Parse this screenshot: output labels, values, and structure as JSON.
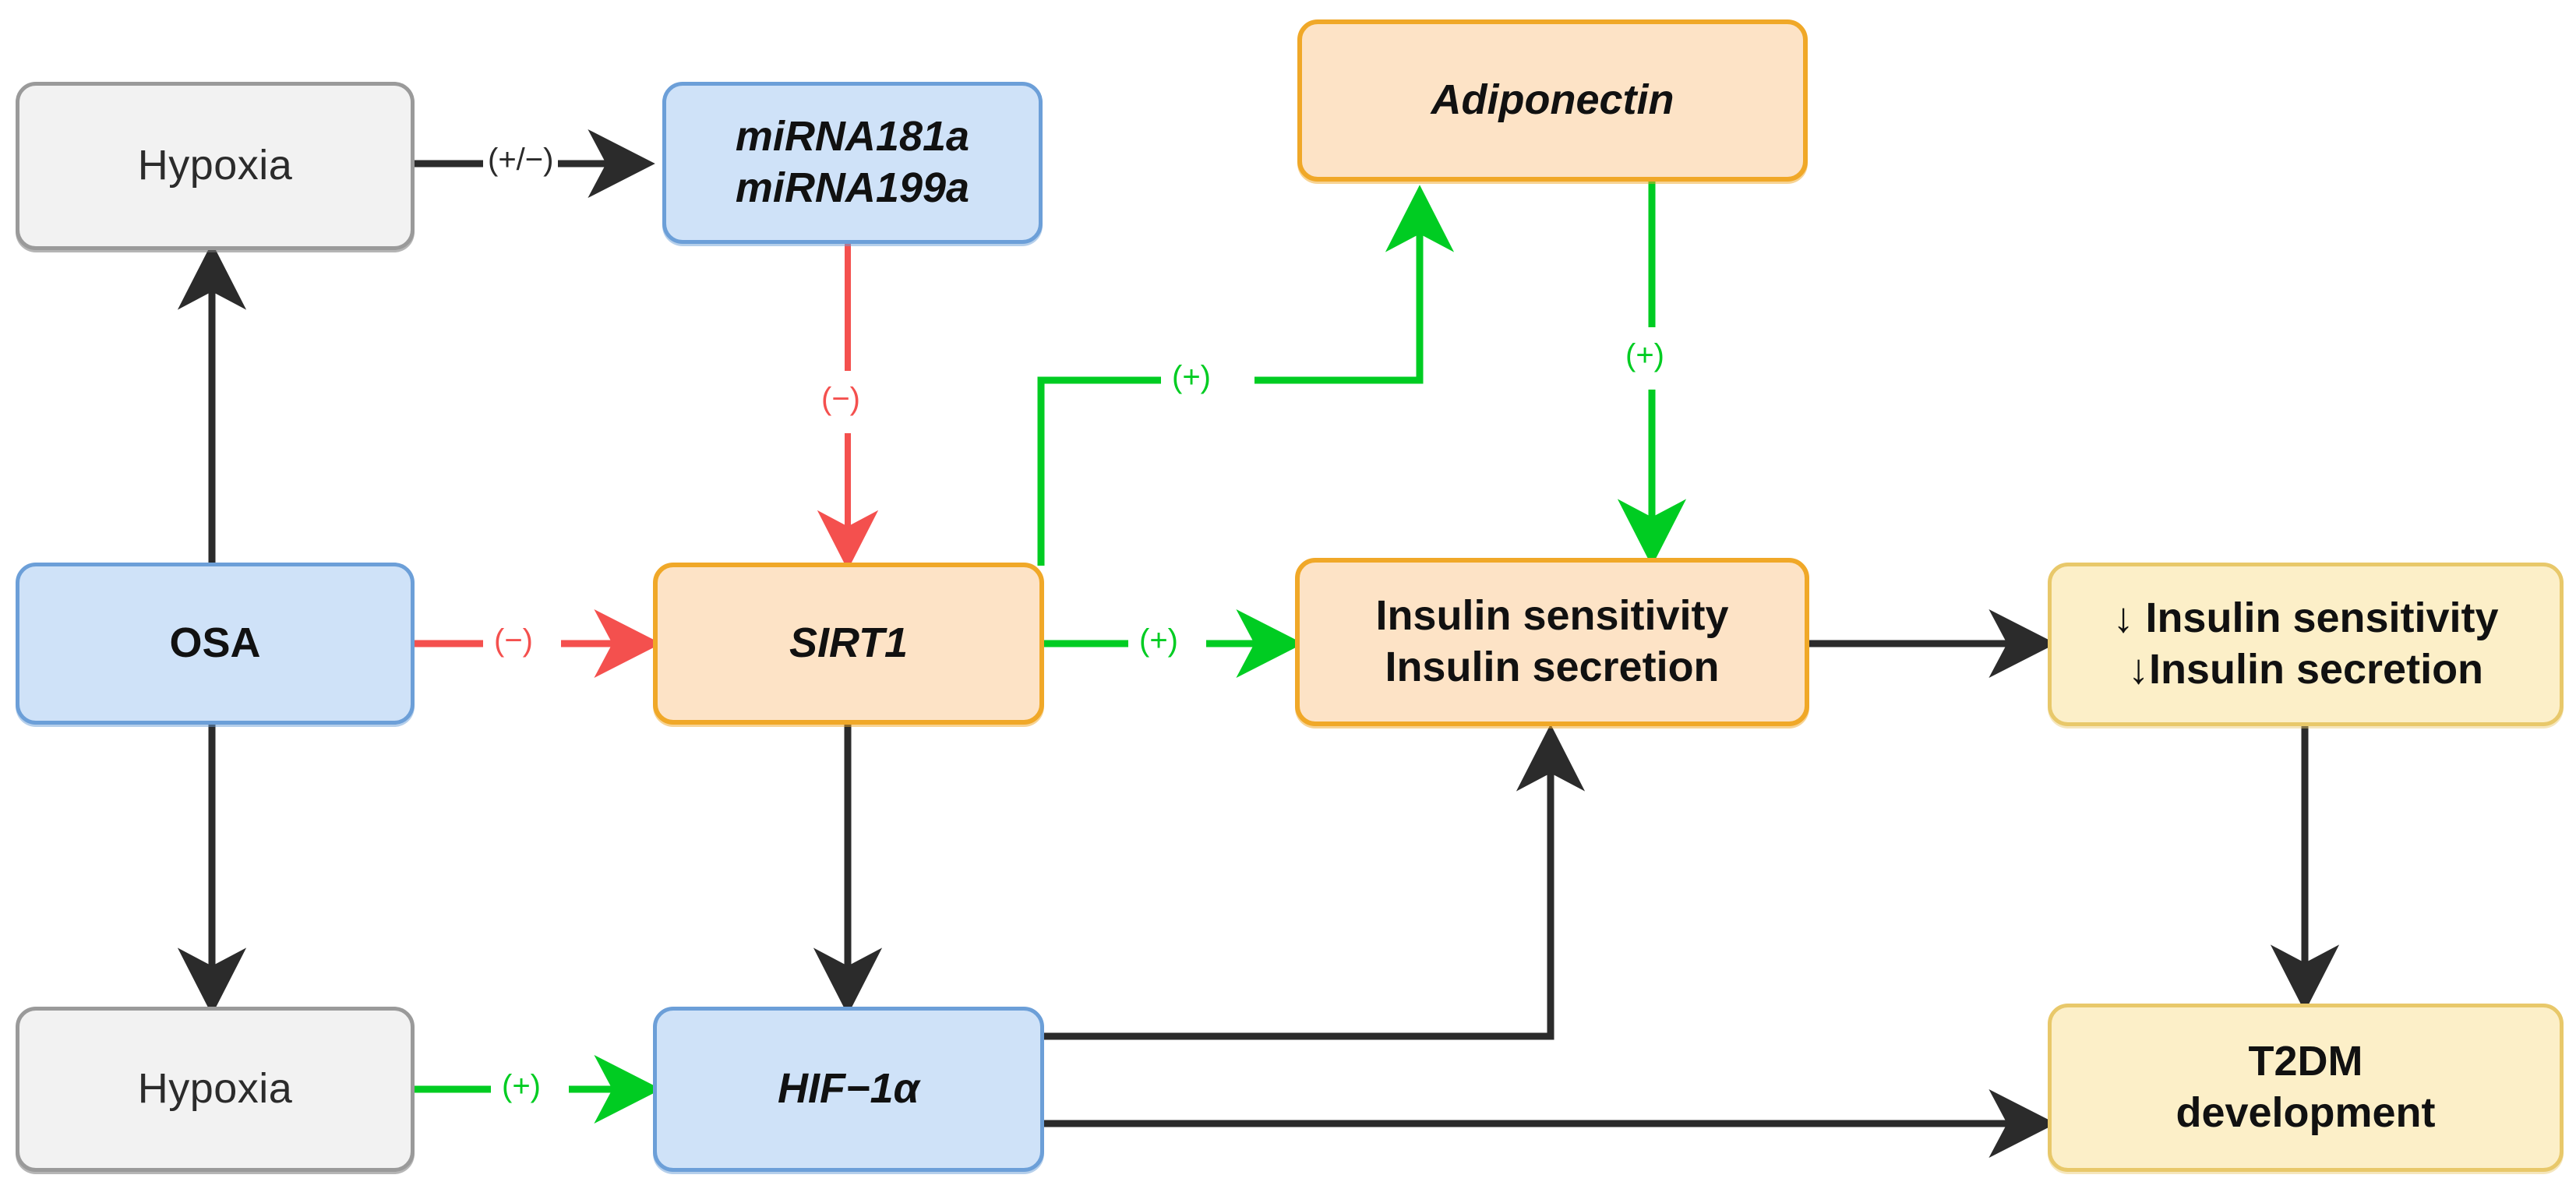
{
  "diagram": {
    "title": "OSA to T2DM mechanistic pathway",
    "background": "#ffffff",
    "palette": {
      "gray_fill": "#f2f2f2",
      "gray_border": "#9a9a9a",
      "blue_fill": "#cfe2f8",
      "blue_border": "#6c9fd8",
      "peach_fill": "#fde3c6",
      "peach_border": "#f0a828",
      "cream_fill": "#fcefc8",
      "cream_border": "#e8c86a",
      "arrow_black": "#2b2b2b",
      "arrow_red": "#f4504e",
      "arrow_green": "#00cc22"
    },
    "nodes": [
      {
        "id": "hypoxia_top",
        "label": "Hypoxia",
        "style": "gray",
        "text": "plain"
      },
      {
        "id": "mirna",
        "label": "miRNA181a\nmiRNA199a",
        "style": "blue",
        "text": "bold-italic"
      },
      {
        "id": "adiponectin",
        "label": "Adiponectin",
        "style": "peach",
        "text": "bold-italic"
      },
      {
        "id": "osa",
        "label": "OSA",
        "style": "blue",
        "text": "bold"
      },
      {
        "id": "sirt1",
        "label": "SIRT1",
        "style": "peach",
        "text": "bold-italic"
      },
      {
        "id": "insulin_up",
        "label": "Insulin sensitivity\nInsulin secretion",
        "style": "peach",
        "text": "bold"
      },
      {
        "id": "insulin_down",
        "label": "↓ Insulin sensitivity\n↓Insulin secretion",
        "style": "cream",
        "text": "bold"
      },
      {
        "id": "hypoxia_bottom",
        "label": "Hypoxia",
        "style": "gray",
        "text": "plain"
      },
      {
        "id": "hif1a",
        "label": "HIF−1α",
        "style": "blue",
        "text": "bold-italic"
      },
      {
        "id": "t2dm",
        "label": "T2DM\ndevelopment",
        "style": "cream",
        "text": "bold"
      }
    ],
    "edges": [
      {
        "id": "e1",
        "from": "hypoxia_top",
        "to": "mirna",
        "sign": "(+/−)",
        "color": "black"
      },
      {
        "id": "e2",
        "from": "osa",
        "to": "hypoxia_top",
        "sign": "",
        "color": "black"
      },
      {
        "id": "e3",
        "from": "osa",
        "to": "hypoxia_bottom",
        "sign": "",
        "color": "black"
      },
      {
        "id": "e4",
        "from": "mirna",
        "to": "sirt1",
        "sign": "(−)",
        "color": "red"
      },
      {
        "id": "e5",
        "from": "osa",
        "to": "sirt1",
        "sign": "(−)",
        "color": "red"
      },
      {
        "id": "e6",
        "from": "sirt1",
        "to": "adiponectin",
        "sign": "(+)",
        "color": "green"
      },
      {
        "id": "e7",
        "from": "sirt1",
        "to": "insulin_up",
        "sign": "(+)",
        "color": "green"
      },
      {
        "id": "e8",
        "from": "adiponectin",
        "to": "insulin_up",
        "sign": "(+)",
        "color": "green"
      },
      {
        "id": "e9",
        "from": "sirt1",
        "to": "hif1a",
        "sign": "",
        "color": "black"
      },
      {
        "id": "e10",
        "from": "hypoxia_bottom",
        "to": "hif1a",
        "sign": "(+)",
        "color": "green"
      },
      {
        "id": "e11",
        "from": "hif1a",
        "to": "insulin_up",
        "sign": "",
        "color": "black"
      },
      {
        "id": "e12",
        "from": "hif1a",
        "to": "t2dm",
        "sign": "",
        "color": "black"
      },
      {
        "id": "e13",
        "from": "insulin_up",
        "to": "insulin_down",
        "sign": "",
        "color": "black"
      },
      {
        "id": "e14",
        "from": "insulin_down",
        "to": "t2dm",
        "sign": "",
        "color": "black"
      }
    ],
    "edge_labels": {
      "hypoxia_to_mirna": "(+/−)",
      "mirna_to_sirt1": "(−)",
      "osa_to_sirt1": "(−)",
      "sirt1_to_adiponectin": "(+)",
      "sirt1_to_insulin": "(+)",
      "adiponectin_to_insulin": "(+)",
      "hypoxia_to_hif1a": "(+)"
    },
    "node_text": {
      "hypoxia_top": "Hypoxia",
      "mirna_line1": "miRNA181a",
      "mirna_line2": "miRNA199a",
      "adiponectin": "Adiponectin",
      "osa": "OSA",
      "sirt1": "SIRT1",
      "insulin_up_line1": "Insulin sensitivity",
      "insulin_up_line2": "Insulin secretion",
      "insulin_down_line1": "↓ Insulin sensitivity",
      "insulin_down_line2": "↓Insulin secretion",
      "hypoxia_bottom": "Hypoxia",
      "hif1a": "HIF−1α",
      "t2dm_line1": "T2DM",
      "t2dm_line2": "development"
    }
  }
}
